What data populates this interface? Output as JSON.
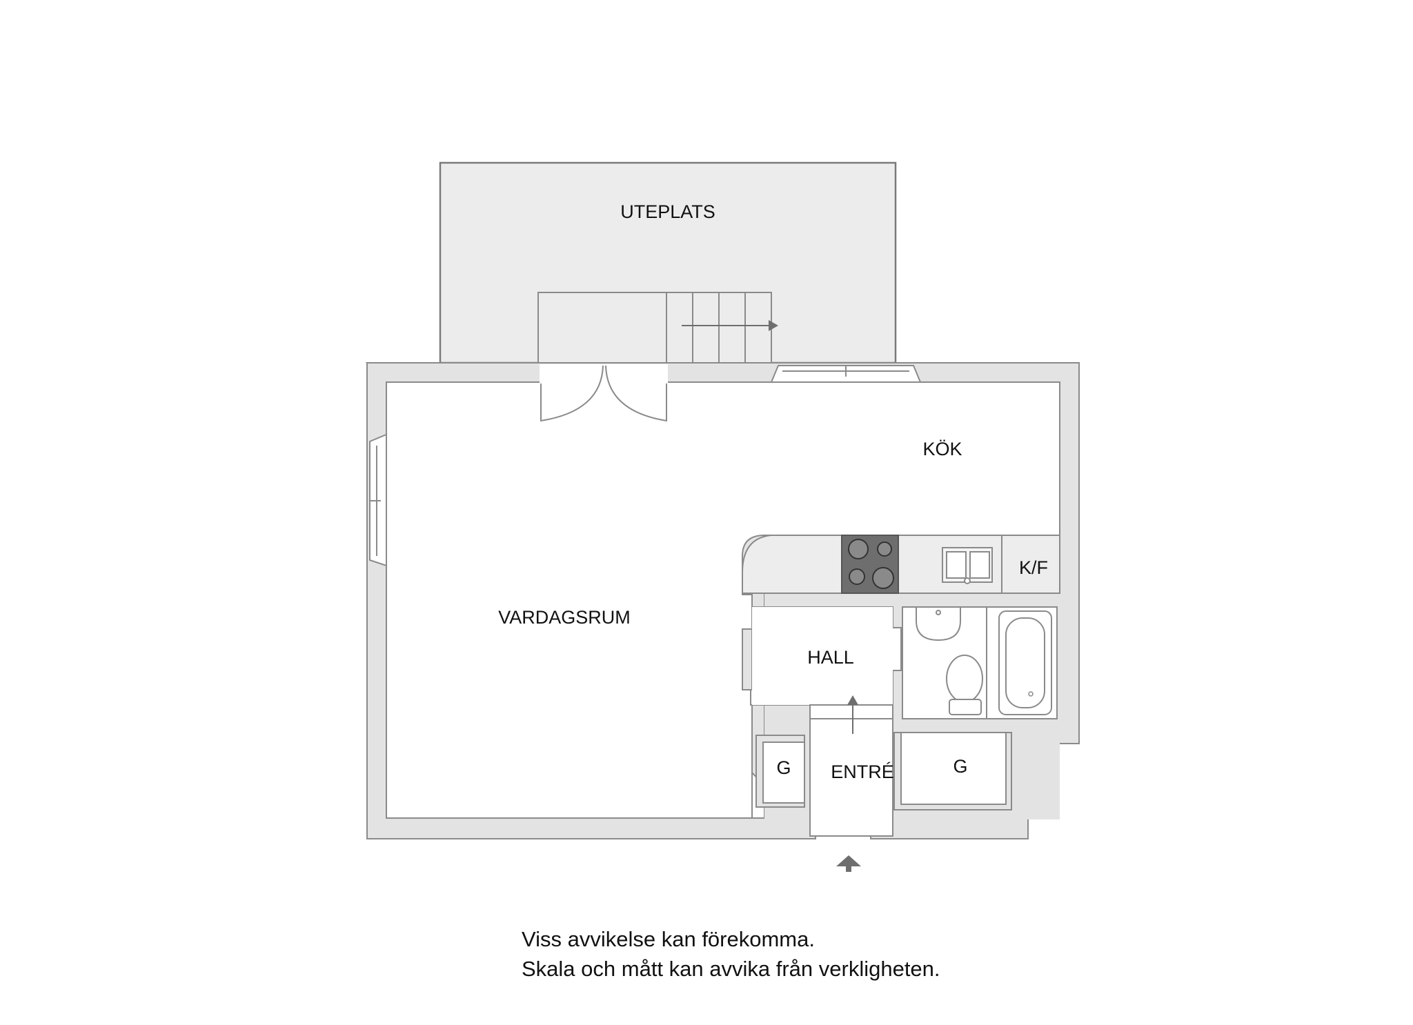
{
  "rooms": {
    "uteplats": "UTEPLATS",
    "kok": "KÖK",
    "kf": "K/F",
    "vardagsrum": "VARDAGSRUM",
    "hall": "HALL",
    "entre": "ENTRÉ",
    "g_left": "G",
    "g_right": "G"
  },
  "disclaimer": {
    "line1": "Viss avvikelse kan förekomma.",
    "line2": "Skala och mått kan avvika från verkligheten."
  },
  "colors": {
    "wall": "#e3e3e3",
    "wall_stroke": "#8a8a8a",
    "terrace": "#ececec",
    "stove": "#6e6e6e",
    "arrow": "#6e6e6e"
  }
}
